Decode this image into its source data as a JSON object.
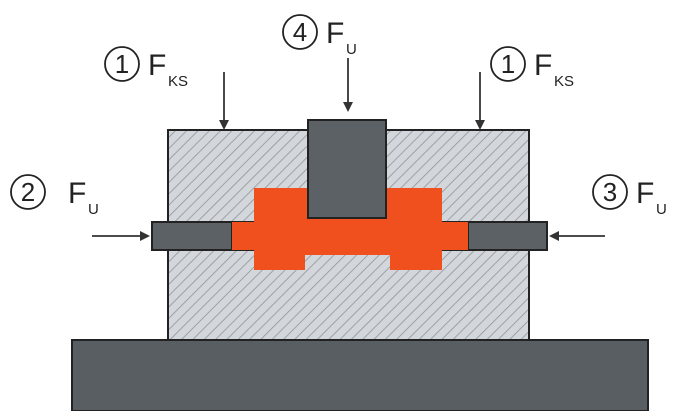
{
  "diagram": {
    "labels": {
      "top_left": {
        "number": "1",
        "force": "F",
        "sub": "KS"
      },
      "top_center": {
        "number": "4",
        "force": "F",
        "sub": "U"
      },
      "top_right": {
        "number": "1",
        "force": "F",
        "sub": "KS"
      },
      "mid_left": {
        "number": "2",
        "force": "F",
        "sub": "U"
      },
      "mid_right": {
        "number": "3",
        "force": "F",
        "sub": "U"
      }
    },
    "colors": {
      "die_fill": "#d3d7db",
      "die_hatch": "#8f959a",
      "tool_gray": "#5c6166",
      "workpiece": "#f0501e",
      "base": "#595e63",
      "outline": "#222222",
      "arrow": "#333333"
    }
  }
}
